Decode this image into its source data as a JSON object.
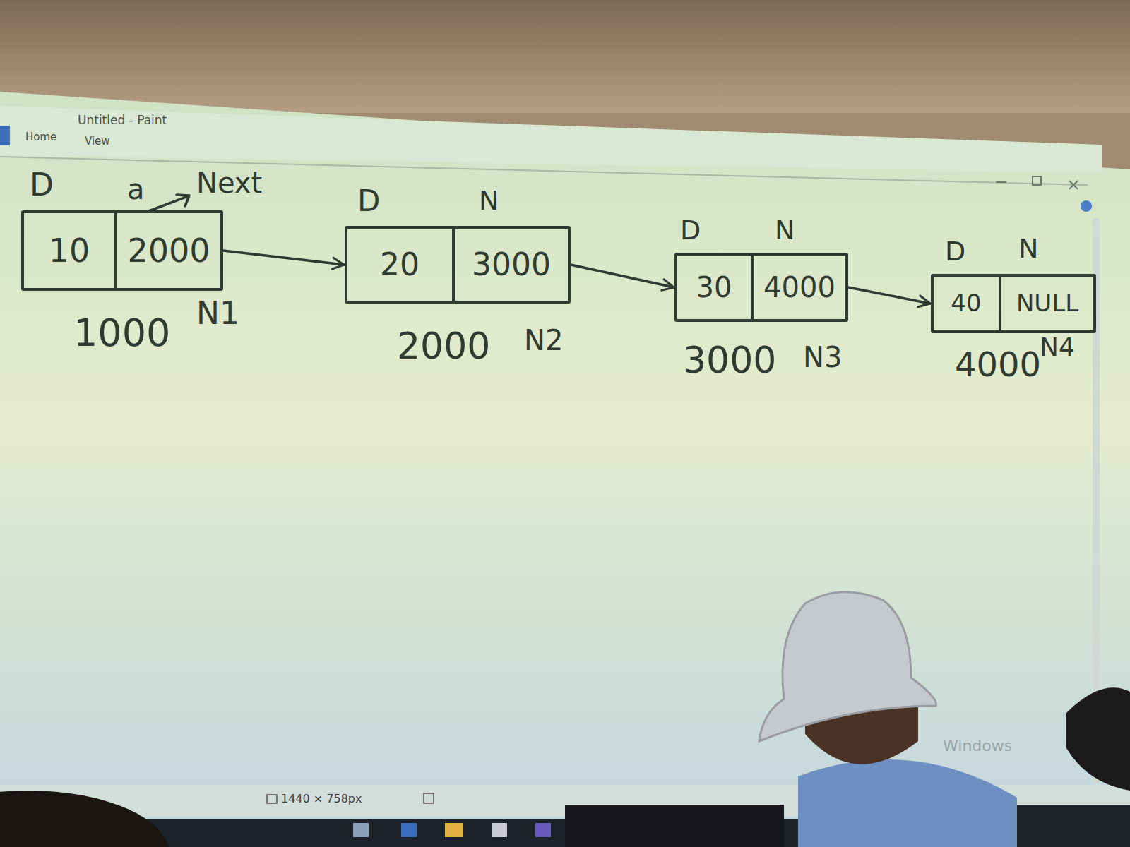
{
  "diagram": {
    "nodes": [
      {
        "text": [
          "1000",
          "N1"
        ]
      },
      {
        "text": [
          "D",
          "10"
        ],
        "in": 0
      },
      {
        "text": [
          "a",
          "2000"
        ],
        "in": 0
      },
      {
        "text": [
          "2000",
          "N2"
        ]
      },
      {
        "text": [
          "D",
          "20"
        ],
        "in": 3
      },
      {
        "text": [
          "N",
          "3000"
        ],
        "in": 3
      },
      {
        "text": [
          "3000",
          "N3"
        ]
      },
      {
        "text": [
          "D",
          "30"
        ],
        "in": 6
      },
      {
        "text": [
          "N",
          "4000"
        ],
        "in": 6
      },
      {
        "text": [
          "4000",
          "N4"
        ]
      },
      {
        "text": [
          "D",
          "40"
        ],
        "in": 9
      },
      {
        "text": [
          "N",
          "NULL"
        ],
        "in": 9
      }
    ],
    "edges": [
      {
        "from": 2,
        "to": 3,
        "arrow": "to"
      },
      {
        "from": 5,
        "to": 6,
        "arrow": "to"
      },
      {
        "from": 8,
        "to": 9,
        "arrow": "to"
      }
    ],
    "labels": [
      "Untitled - Paint",
      "Home",
      "View",
      "Next",
      "1440 × 758px",
      "Windows"
    ]
  }
}
